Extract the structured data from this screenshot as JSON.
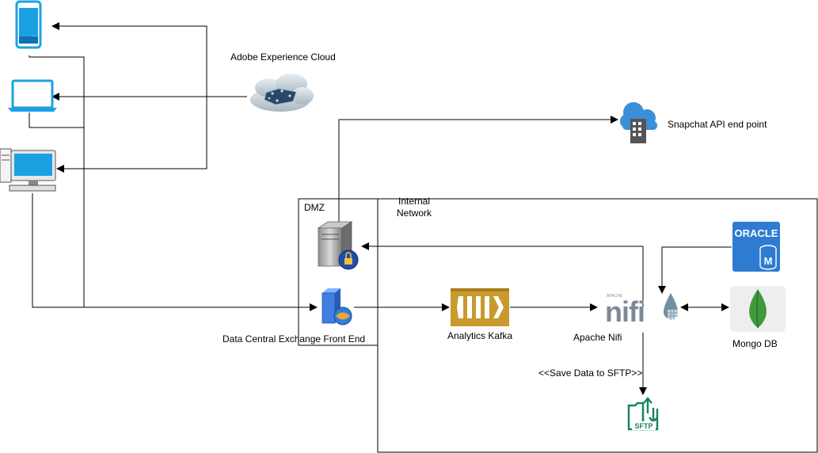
{
  "labels": {
    "adobe": "Adobe Experience Cloud",
    "snapchat": "Snapchat API end point",
    "dmz": "DMZ",
    "internal_line1": "Internal",
    "internal_line2": "Network",
    "dce": "Data Central Exchange Front End",
    "kafka": "Analytics Kafka",
    "nifi": "Apache Nifi",
    "mongo": "Mongo DB",
    "sftp_edge": "<<Save Data to SFTP>>"
  },
  "icons": {
    "phone": "mobile-phone-icon",
    "laptop": "laptop-icon",
    "desktop": "desktop-computer-icon",
    "adobe": "cloud-icon",
    "snapchat": "cloud-building-icon",
    "proxy": "secure-server-icon",
    "dce": "web-server-icon",
    "kafka": "kafka-icon",
    "nifi": "apache-nifi-logo",
    "oracle": "oracle-database-icon",
    "mongo": "mongodb-icon",
    "sftp": "sftp-folder-icon"
  },
  "logo_text": {
    "oracle": "ORACLE",
    "oracle_badge": "M",
    "nifi_small": "APACHE",
    "nifi": "nifi",
    "sftp": "SFTP"
  },
  "colors": {
    "device_blue": "#1ba1e2",
    "cloud_blue": "#3a8fd6",
    "kafka_gold": "#c89a2c",
    "nifi_grey": "#7d8a96",
    "oracle_blue": "#2f7bd1",
    "mongo_green": "#3f9a3b",
    "sftp_green": "#16855c"
  }
}
